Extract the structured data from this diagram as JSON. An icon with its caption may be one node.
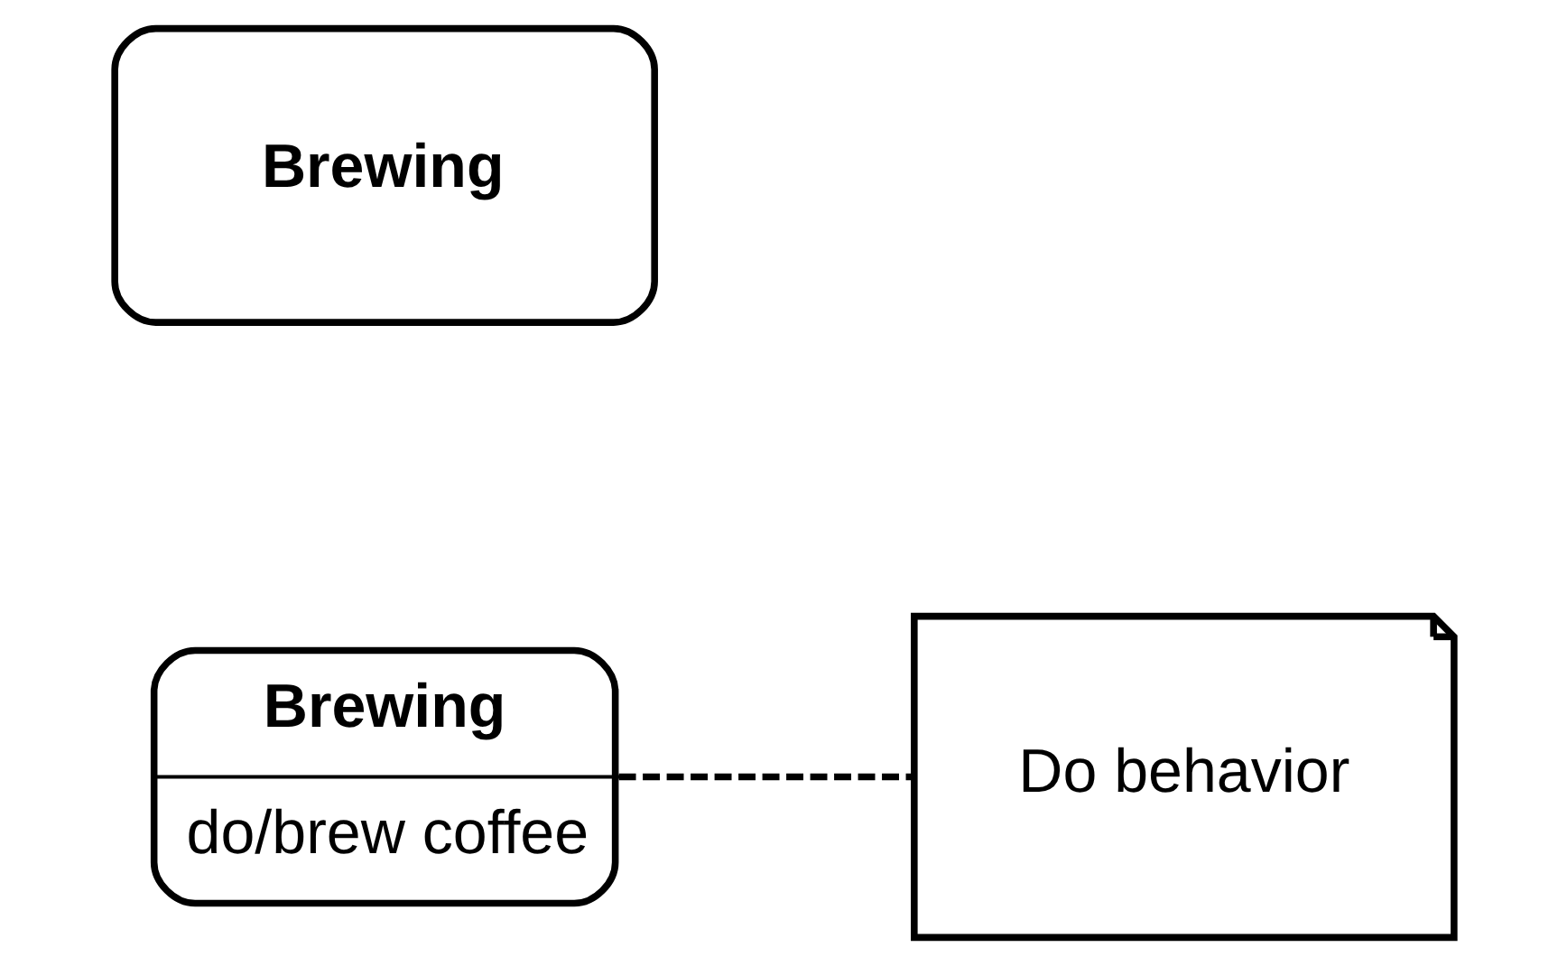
{
  "diagram": {
    "nodes": [
      {
        "text": [
          "Brewing"
        ]
      },
      {
        "text": [
          "Brewing",
          "do/brew coffee"
        ]
      },
      {
        "text": [
          "Do behavior"
        ]
      }
    ],
    "edges": [
      {
        "from": 1,
        "to": 2,
        "arrow": "none",
        "style": "dashed"
      }
    ]
  }
}
